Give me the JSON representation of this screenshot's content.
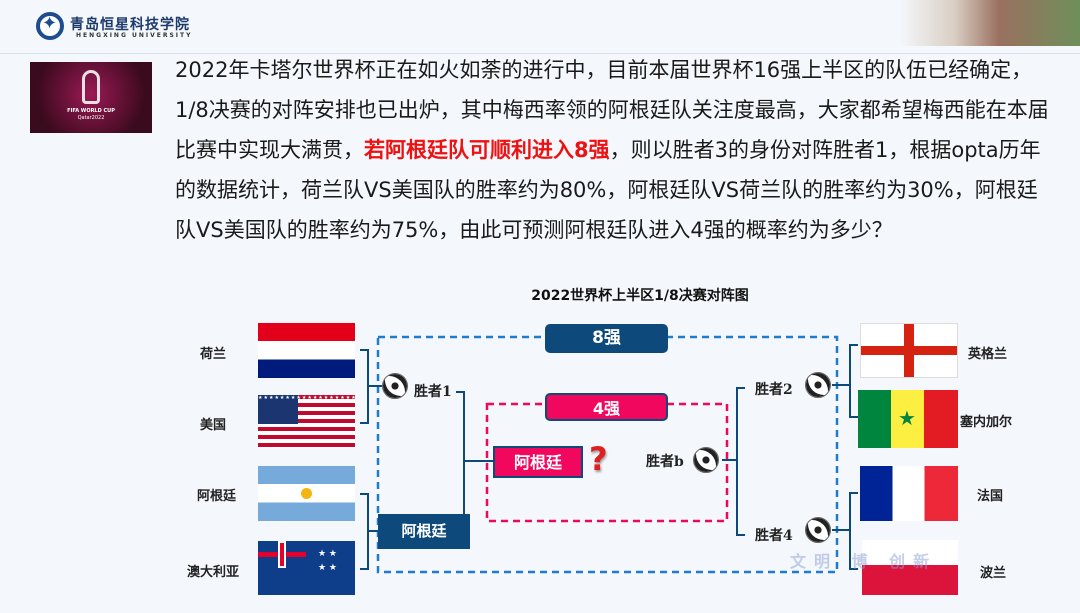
{
  "header": {
    "school_cn": "青岛恒星科技学院",
    "school_en": "HENGXING UNIVERSITY"
  },
  "poster": {
    "line1": "FIFA WORLD CUP",
    "line2": "Qatar2022"
  },
  "question": {
    "part1": "2022年卡塔尔世界杯正在如火如荼的进行中，目前本届世界杯16强上半区的队伍已经确定，1/8决赛的对阵安排也已出炉，其中梅西率领的阿根廷队关注度最高，大家都希望梅西能在本届比赛中实现大满贯，",
    "highlight": "若阿根廷队可顺利进入8强",
    "part2": "，则以胜者3的身份对阵胜者1，根据opta历年的数据统计，荷兰队VS美国队的胜率约为80%，阿根廷队VS荷兰队的胜率约为30%，阿根廷队VS美国队的胜率约为75%，由此可预测阿根廷队进入4强的概率约为多少？"
  },
  "bracket": {
    "title": "2022世界杯上半区1/8决赛对阵图",
    "teams_left": [
      "荷兰",
      "美国",
      "阿根廷",
      "澳大利亚"
    ],
    "teams_right": [
      "英格兰",
      "塞内加尔",
      "法国",
      "波兰"
    ],
    "winner1": "胜者1",
    "winner2": "胜者2",
    "winner4": "胜者4",
    "winner_b": "胜者b",
    "qf_label": "8强",
    "sf_label": "4强",
    "argentina_qf": "阿根廷",
    "argentina_sf": "阿根廷",
    "question_mark": "?",
    "colors": {
      "navy": "#0d4a7b",
      "pink": "#f2075f",
      "blue_dash": "#1f7bd0"
    }
  },
  "watermark": "文明 博 创新"
}
